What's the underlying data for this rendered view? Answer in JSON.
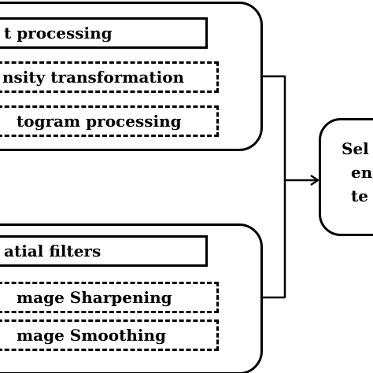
{
  "top_group": {
    "header": "t processing",
    "items": [
      "nsity transformation",
      "togram processing"
    ]
  },
  "bottom_group": {
    "header": "atial filters",
    "items": [
      "mage Sharpening",
      "mage Smoothing"
    ]
  },
  "result_box": {
    "lines": [
      "Sel",
      "en",
      "te"
    ]
  }
}
